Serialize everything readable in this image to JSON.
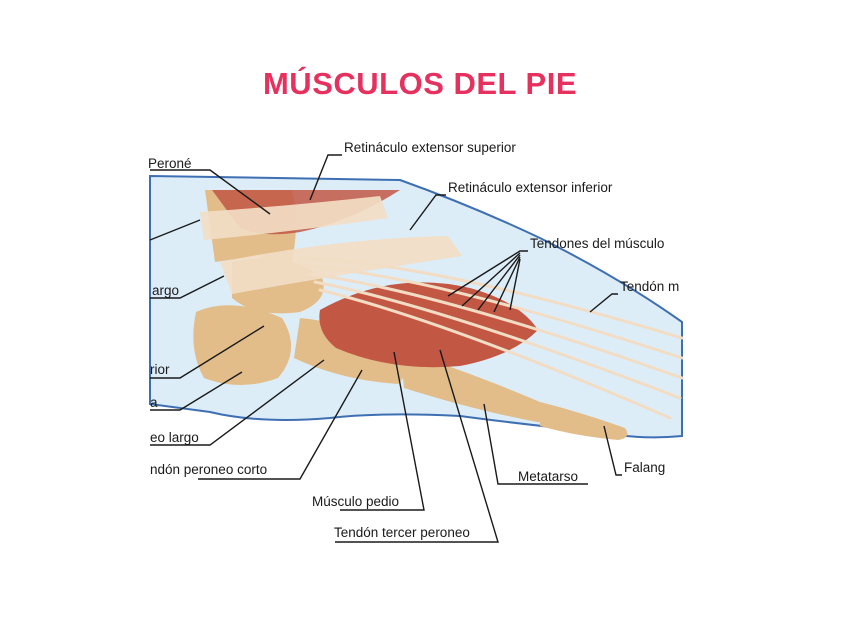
{
  "title": "MÚSCULOS DEL PIE",
  "colors": {
    "title": "#e6315f",
    "outline": "#3f6fb3",
    "skin": "#dcedf8",
    "bone": "#e2bd8a",
    "muscle": "#c25744",
    "tendon": "#f2ddc4"
  },
  "labels": {
    "perone": "Peroné",
    "retinaculo_superior": "Retináculo extensor superior",
    "retinaculo_inferior": "Retináculo extensor inferior",
    "tendones_musculo": "Tendones del músculo",
    "tendon_m": "Tendón m",
    "argo": "argo",
    "rior": "rior",
    "a": "a",
    "eo_largo": "eo largo",
    "tendon_peroneo_corto": "ndón peroneo corto",
    "musculo_pedio": "Músculo pedio",
    "tendon_tercer_peroneo": "Tendón tercer peroneo",
    "metatarso": "Metatarso",
    "falang": "Falang"
  }
}
